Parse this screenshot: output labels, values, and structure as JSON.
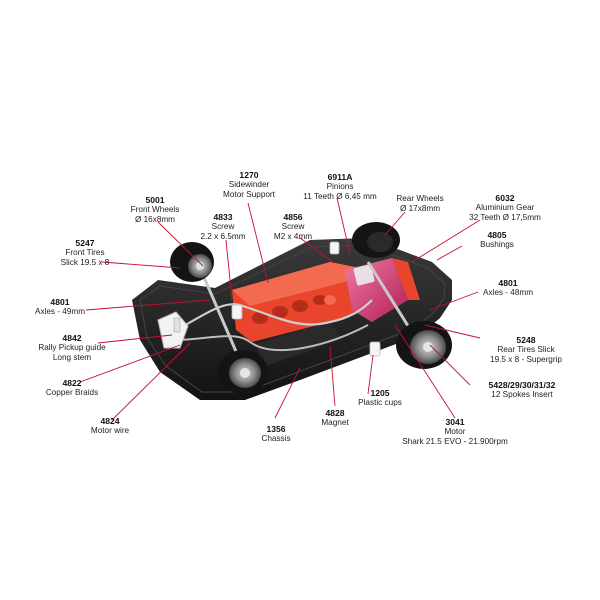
{
  "labels": [
    {
      "id": "l5001",
      "code": "5001",
      "lines": [
        "Front Wheels",
        "Ø 16x8mm"
      ]
    },
    {
      "id": "l1270",
      "code": "1270",
      "lines": [
        "Sidewinder",
        "Motor Support"
      ]
    },
    {
      "id": "l6911a",
      "code": "6911A",
      "lines": [
        "Pinions",
        "11 Teeth Ø 6,45 mm"
      ]
    },
    {
      "id": "lrear",
      "code": "",
      "lines": [
        "Rear Wheels",
        "Ø 17x8mm"
      ]
    },
    {
      "id": "l6032",
      "code": "6032",
      "lines": [
        "Aluminium Gear",
        "32 Teeth Ø 17,5mm"
      ]
    },
    {
      "id": "l4833",
      "code": "4833",
      "lines": [
        "Screw",
        "2.2 x 6.5mm"
      ]
    },
    {
      "id": "l4856",
      "code": "4856",
      "lines": [
        "Screw",
        "M2 x 4mm"
      ]
    },
    {
      "id": "l4805",
      "code": "4805",
      "lines": [
        "Bushings"
      ]
    },
    {
      "id": "l5247",
      "code": "5247",
      "lines": [
        "Front Tires",
        "Slick 19.5 x 8"
      ]
    },
    {
      "id": "l4801r",
      "code": "4801",
      "lines": [
        "Axles - 48mm"
      ]
    },
    {
      "id": "l4801l",
      "code": "4801",
      "lines": [
        "Axles - 49mm"
      ]
    },
    {
      "id": "l4842",
      "code": "4842",
      "lines": [
        "Rally Pickup guide",
        "Long stem"
      ]
    },
    {
      "id": "l5248",
      "code": "5248",
      "lines": [
        "Rear Tires Slick",
        "19.5 x 8 - Supergrip"
      ]
    },
    {
      "id": "l5428",
      "code": "5428/29/30/31/32",
      "lines": [
        "12 Spokes Insert"
      ]
    },
    {
      "id": "l4822",
      "code": "4822",
      "lines": [
        "Copper Braids"
      ]
    },
    {
      "id": "l1205",
      "code": "1205",
      "lines": [
        "Plastic cups"
      ]
    },
    {
      "id": "l4824",
      "code": "4824",
      "lines": [
        "Motor wire"
      ]
    },
    {
      "id": "l1356",
      "code": "1356",
      "lines": [
        "Chassis"
      ]
    },
    {
      "id": "l4828",
      "code": "4828",
      "lines": [
        "Magnet"
      ]
    },
    {
      "id": "l3041",
      "code": "3041",
      "lines": [
        "Motor",
        "Shark 21.5 EVO - 21.900rpm"
      ]
    }
  ],
  "colors": {
    "leader": "#c8102e",
    "chassis": "#1b1b1b",
    "motor_support": "#e8452c",
    "motor": "#d4306a",
    "tire": "#141414",
    "rim": "#9a9a9a"
  }
}
